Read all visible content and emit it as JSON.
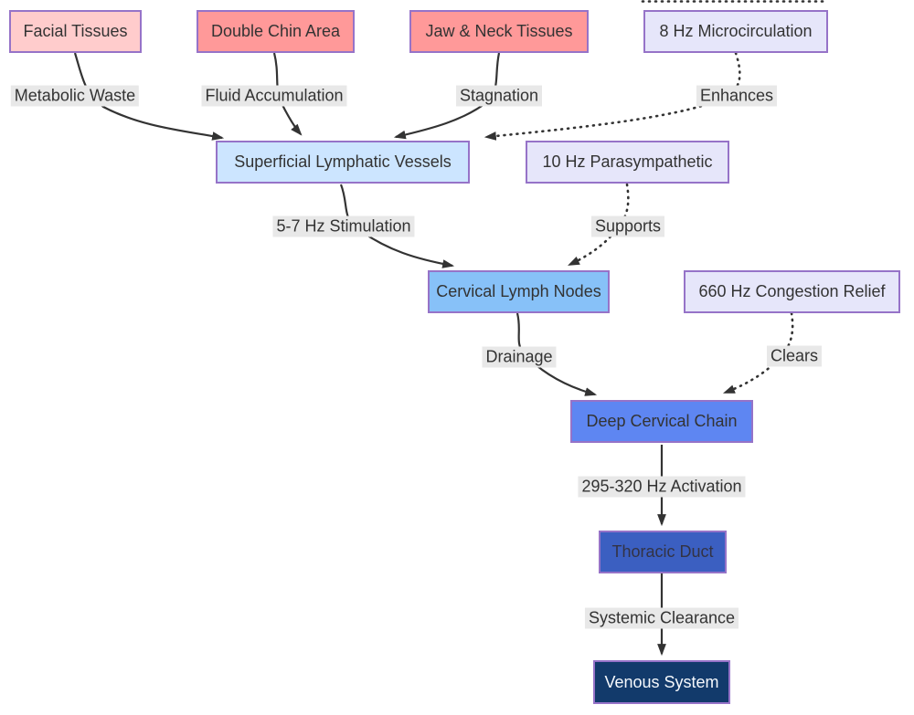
{
  "diagram": {
    "type": "flowchart",
    "direction": "top-down",
    "background": "#ffffff"
  },
  "colors": {
    "node_border": "#9673c8",
    "edge_stroke": "#333333",
    "edge_label_bg": "#e8e8e8",
    "edge_label_text": "#333333"
  },
  "nodes": {
    "facial": {
      "label": "Facial Tissues",
      "fill": "#ffcccc",
      "text_color": "#333333"
    },
    "double_chin": {
      "label": "Double Chin Area",
      "fill": "#ff9999",
      "text_color": "#333333"
    },
    "jaw_neck": {
      "label": "Jaw & Neck Tissues",
      "fill": "#ff9999",
      "text_color": "#333333"
    },
    "micro_8hz": {
      "label": "8 Hz Microcirculation",
      "fill": "#e6e6fa",
      "text_color": "#333333"
    },
    "superficial": {
      "label": "Superficial Lymphatic Vessels",
      "fill": "#cce5ff",
      "text_color": "#333333"
    },
    "para_10hz": {
      "label": "10 Hz Parasympathetic",
      "fill": "#e6e6fa",
      "text_color": "#333333"
    },
    "cervical": {
      "label": "Cervical Lymph Nodes",
      "fill": "#87c1f8",
      "text_color": "#333333"
    },
    "cong_660hz": {
      "label": "660 Hz Congestion Relief",
      "fill": "#e6e6fa",
      "text_color": "#333333"
    },
    "deep_chain": {
      "label": "Deep Cervical Chain",
      "fill": "#5e86f2",
      "text_color": "#333333"
    },
    "thoracic": {
      "label": "Thoracic Duct",
      "fill": "#3b5fc1",
      "text_color": "#333344"
    },
    "venous": {
      "label": "Venous System",
      "fill": "#123a6b",
      "text_color": "#f5f8fc"
    }
  },
  "edges": [
    {
      "from": "Facial Tissues",
      "to": "Superficial Lymphatic Vessels",
      "label": "Metabolic Waste",
      "style": "solid"
    },
    {
      "from": "Double Chin Area",
      "to": "Superficial Lymphatic Vessels",
      "label": "Fluid Accumulation",
      "style": "solid"
    },
    {
      "from": "Jaw & Neck Tissues",
      "to": "Superficial Lymphatic Vessels",
      "label": "Stagnation",
      "style": "solid"
    },
    {
      "from": "8 Hz Microcirculation",
      "to": "Superficial Lymphatic Vessels",
      "label": "Enhances",
      "style": "dotted"
    },
    {
      "from": "Superficial Lymphatic Vessels",
      "to": "Cervical Lymph Nodes",
      "label": "5-7 Hz Stimulation",
      "style": "solid"
    },
    {
      "from": "10 Hz Parasympathetic",
      "to": "Cervical Lymph Nodes",
      "label": "Supports",
      "style": "dotted"
    },
    {
      "from": "Cervical Lymph Nodes",
      "to": "Deep Cervical Chain",
      "label": "Drainage",
      "style": "solid"
    },
    {
      "from": "660 Hz Congestion Relief",
      "to": "Deep Cervical Chain",
      "label": "Clears",
      "style": "dotted"
    },
    {
      "from": "Deep Cervical Chain",
      "to": "Thoracic Duct",
      "label": "295-320 Hz Activation",
      "style": "solid"
    },
    {
      "from": "Thoracic Duct",
      "to": "Venous System",
      "label": "Systemic Clearance",
      "style": "solid"
    }
  ]
}
